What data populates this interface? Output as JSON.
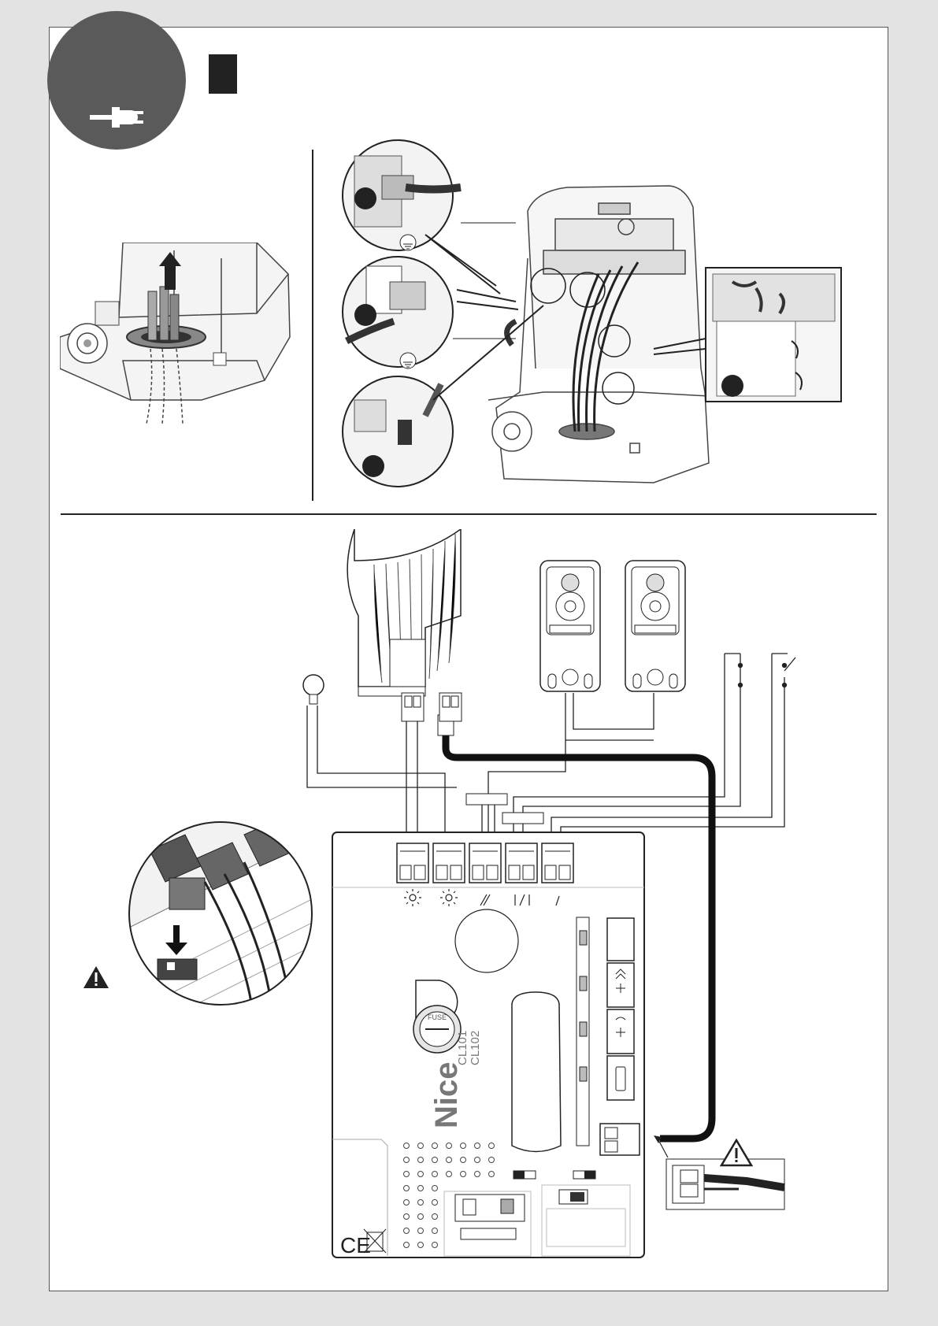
{
  "board": {
    "brand": "Nice",
    "model_1": "CL101",
    "model_2": "CL102",
    "fuse_label": "FUSE"
  }
}
